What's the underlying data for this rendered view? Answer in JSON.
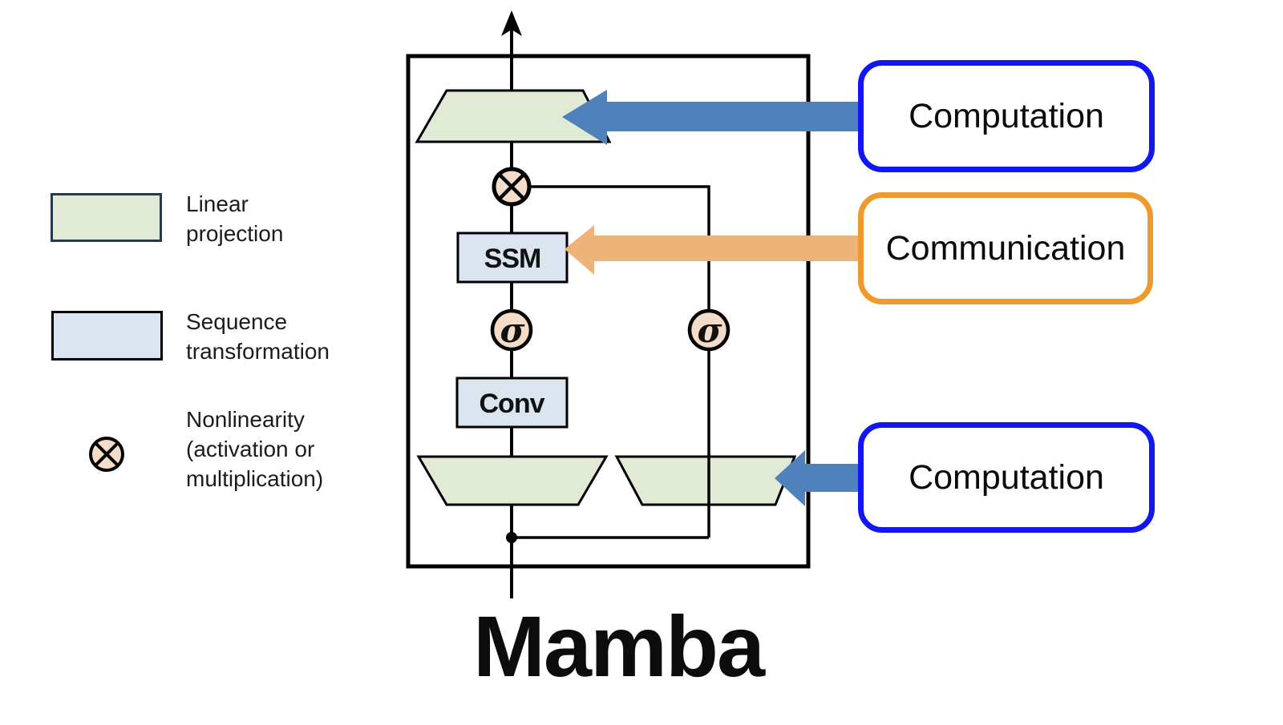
{
  "figure": {
    "title": "Mamba"
  },
  "legend": {
    "items": [
      {
        "id": "linear-projection",
        "label": "Linear\nprojection"
      },
      {
        "id": "sequence-transformation",
        "label": "Sequence\ntransformation"
      },
      {
        "id": "nonlinearity",
        "label": "Nonlinearity\n(activation or\nmultiplication)"
      }
    ]
  },
  "block": {
    "ssm": "SSM",
    "conv": "Conv",
    "sigma": "σ",
    "multiply_symbol": "⊗"
  },
  "annotations": {
    "computation_top": {
      "label": "Computation"
    },
    "communication": {
      "label": "Communication"
    },
    "computation_bottom": {
      "label": "Computation"
    }
  },
  "colors": {
    "linear_projection_fill": "#e0ead5",
    "sequence_transformation_fill": "#dbe5f0",
    "nonlinearity_fill": "#f5dcc8",
    "legend_linear_border": "#1f3864",
    "outline": "#000000",
    "computation_arrow": "#4f81bd",
    "communication_arrow": "#edb377",
    "computation_box_border": "#1216f0",
    "communication_box_border": "#f0992d"
  }
}
